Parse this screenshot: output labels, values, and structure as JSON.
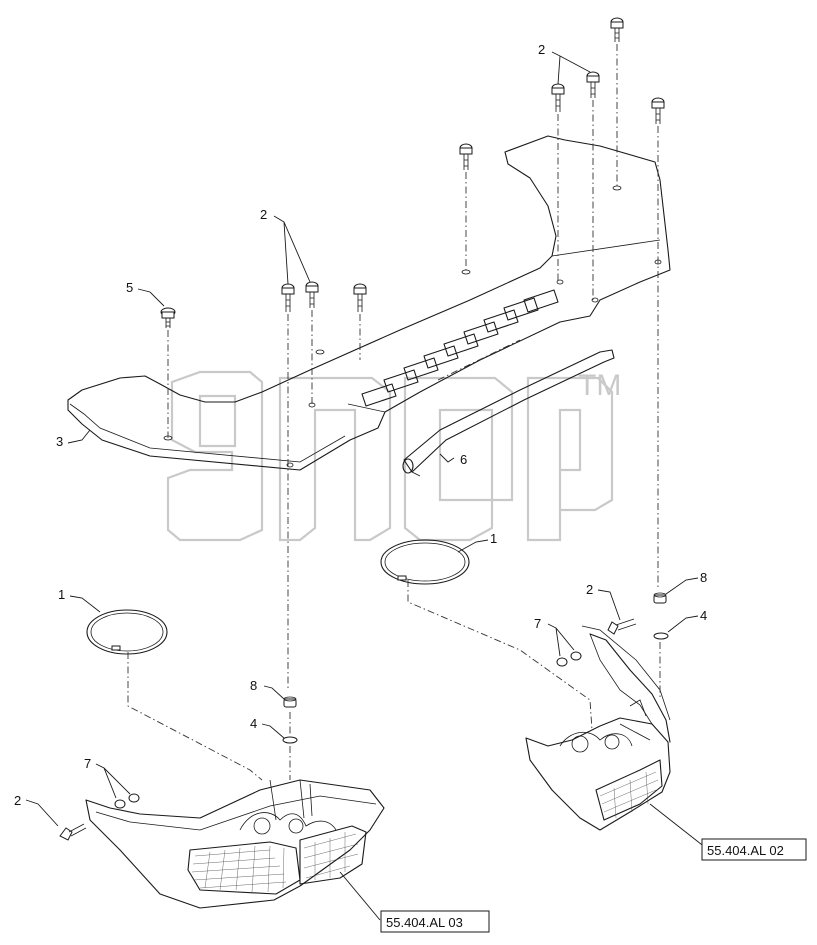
{
  "callouts": {
    "c2_top": "2",
    "c2_left": "2",
    "c5": "5",
    "c3": "3",
    "c6": "6",
    "c1_center": "1",
    "c1_left": "1",
    "c8_left": "8",
    "c4_left": "4",
    "c7_left": "7",
    "c2_bottom_left": "2",
    "c2_right": "2",
    "c8_right": "8",
    "c4_right": "4",
    "c7_right": "7"
  },
  "references": {
    "left_light": "55.404.AL 03",
    "right_light": "55.404.AL 02"
  },
  "watermark": {
    "trademark": "TM"
  }
}
